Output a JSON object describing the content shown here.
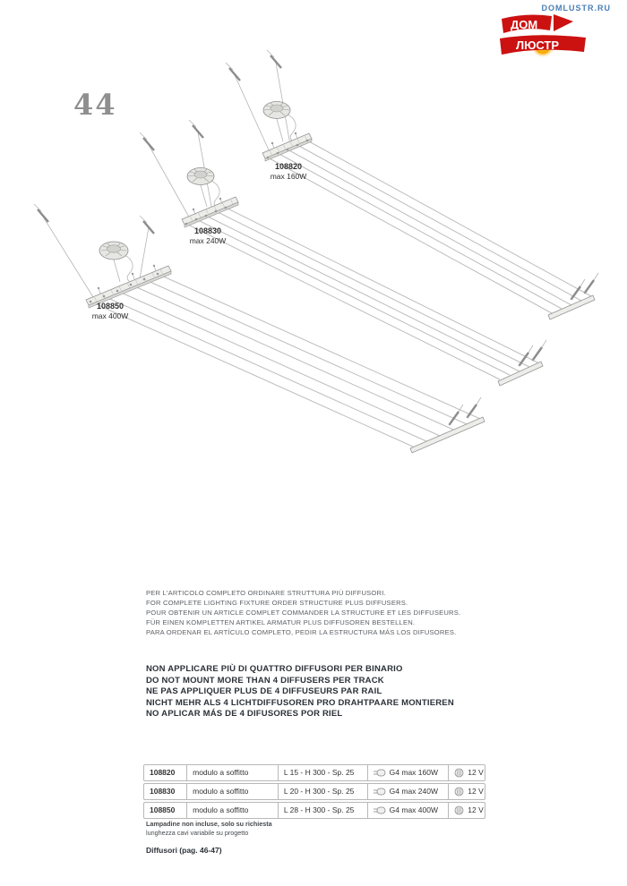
{
  "header": {
    "watermark": "DOMLUSTR.RU",
    "logo": {
      "top": "ДОМ",
      "bottom": "ЛЮСТР"
    },
    "page_number": "44"
  },
  "drawings": [
    {
      "code": "108820",
      "power": "max 160W"
    },
    {
      "code": "108830",
      "power": "max 240W"
    },
    {
      "code": "108850",
      "power": "max 400W"
    }
  ],
  "order_note": {
    "lines": [
      "PER L'ARTICOLO COMPLETO ORDINARE STRUTTURA PIÙ DIFFUSORI.",
      "FOR COMPLETE LIGHTING FIXTURE ORDER STRUCTURE PLUS  DIFFUSERS.",
      "POUR OBTENIR UN ARTICLE COMPLET COMMANDER LA STRUCTURE ET LES DIFFUSEURS.",
      "FÜR EINEN KOMPLETTEN ARTIKEL ARMATUR PLUS DIFFUSOREN BESTELLEN.",
      "PARA ORDENAR EL ARTÍCULO COMPLETO, PEDIR LA ESTRUCTURA MÁS LOS DIFUSORES."
    ]
  },
  "warning": {
    "lines": [
      "NON APPLICARE PIÙ DI QUATTRO DIFFUSORI PER BINARIO",
      "DO NOT MOUNT MORE THAN 4 DIFFUSERS PER TRACK",
      "NE PAS APPLIQUER PLUS DE 4 DIFFUSEURS PAR RAIL",
      "NICHT MEHR ALS 4 LICHTDIFFUSOREN PRO DRAHTPAARE MONTIEREN",
      "NO APLICAR  MÁS DE 4 DIFUSORES POR RIEL"
    ]
  },
  "table": {
    "rows": [
      {
        "code": "108820",
        "type": "modulo a soffitto",
        "size": "L 15 - H 300 - Sp. 25",
        "lamp": "G4 max 160W",
        "voltage": "12 V"
      },
      {
        "code": "108830",
        "type": "modulo a soffitto",
        "size": "L 20 - H 300 - Sp. 25",
        "lamp": "G4 max 240W",
        "voltage": "12 V"
      },
      {
        "code": "108850",
        "type": "modulo a soffitto",
        "size": "L 28 - H 300 - Sp. 25",
        "lamp": "G4 max 400W",
        "voltage": "12 V"
      }
    ]
  },
  "footnotes": {
    "line1": "Lampadine non incluse, solo su richiesta",
    "line2": "lunghezza cavi variabile su progetto"
  },
  "diffusers_link": "Diffusori (pag. 46-47)",
  "colors": {
    "accent_red": "#cc1111",
    "accent_yellow": "#f5a800",
    "watermark_blue": "#4a7fb5",
    "gray_line": "#b5b5b5"
  }
}
